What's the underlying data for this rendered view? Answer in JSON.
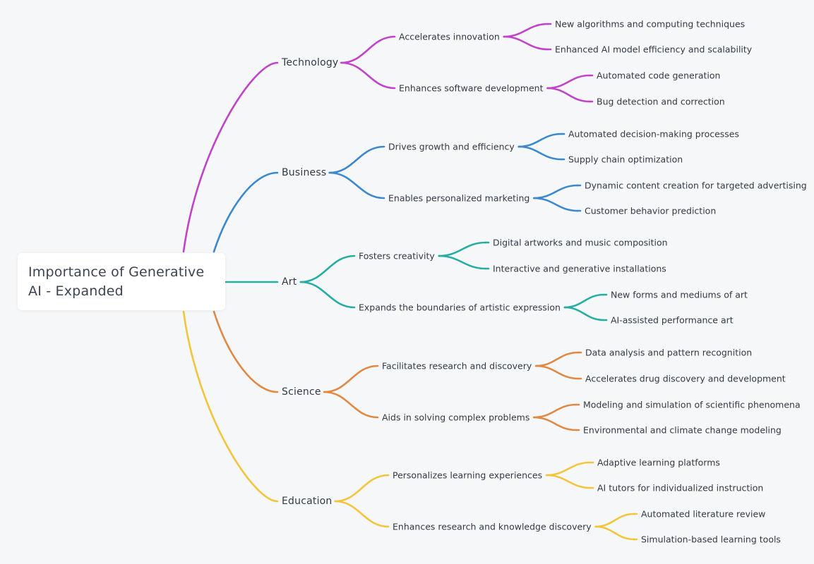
{
  "root": {
    "title": "Importance of Generative AI - Expanded"
  },
  "branches": [
    {
      "label": "Technology",
      "color": "#c044c9",
      "children": [
        {
          "label": "Accelerates innovation",
          "children": [
            "New algorithms and computing techniques",
            "Enhanced AI model efficiency and scalability"
          ]
        },
        {
          "label": "Enhances software development",
          "children": [
            "Automated code generation",
            "Bug detection and correction"
          ]
        }
      ]
    },
    {
      "label": "Business",
      "color": "#3b88cf",
      "children": [
        {
          "label": "Drives growth and efficiency",
          "children": [
            "Automated decision-making processes",
            "Supply chain optimization"
          ]
        },
        {
          "label": "Enables personalized marketing",
          "children": [
            "Dynamic content creation for targeted advertising",
            "Customer behavior prediction"
          ]
        }
      ]
    },
    {
      "label": "Art",
      "color": "#27ada3",
      "children": [
        {
          "label": "Fosters creativity",
          "children": [
            "Digital artworks and music composition",
            "Interactive and generative installations"
          ]
        },
        {
          "label": "Expands the boundaries of artistic expression",
          "children": [
            "New forms and mediums of art",
            "AI-assisted performance art"
          ]
        }
      ]
    },
    {
      "label": "Science",
      "color": "#e08944",
      "children": [
        {
          "label": "Facilitates research and discovery",
          "children": [
            "Data analysis and pattern recognition",
            "Accelerates drug discovery and development"
          ]
        },
        {
          "label": "Aids in solving complex problems",
          "children": [
            "Modeling and simulation of scientific phenomena",
            "Environmental and climate change modeling"
          ]
        }
      ]
    },
    {
      "label": "Education",
      "color": "#f2c53c",
      "children": [
        {
          "label": "Personalizes learning experiences",
          "children": [
            "Adaptive learning platforms",
            "AI tutors for individualized instruction"
          ]
        },
        {
          "label": "Enhances research and knowledge discovery",
          "children": [
            "Automated literature review",
            "Simulation-based learning tools"
          ]
        }
      ]
    }
  ]
}
